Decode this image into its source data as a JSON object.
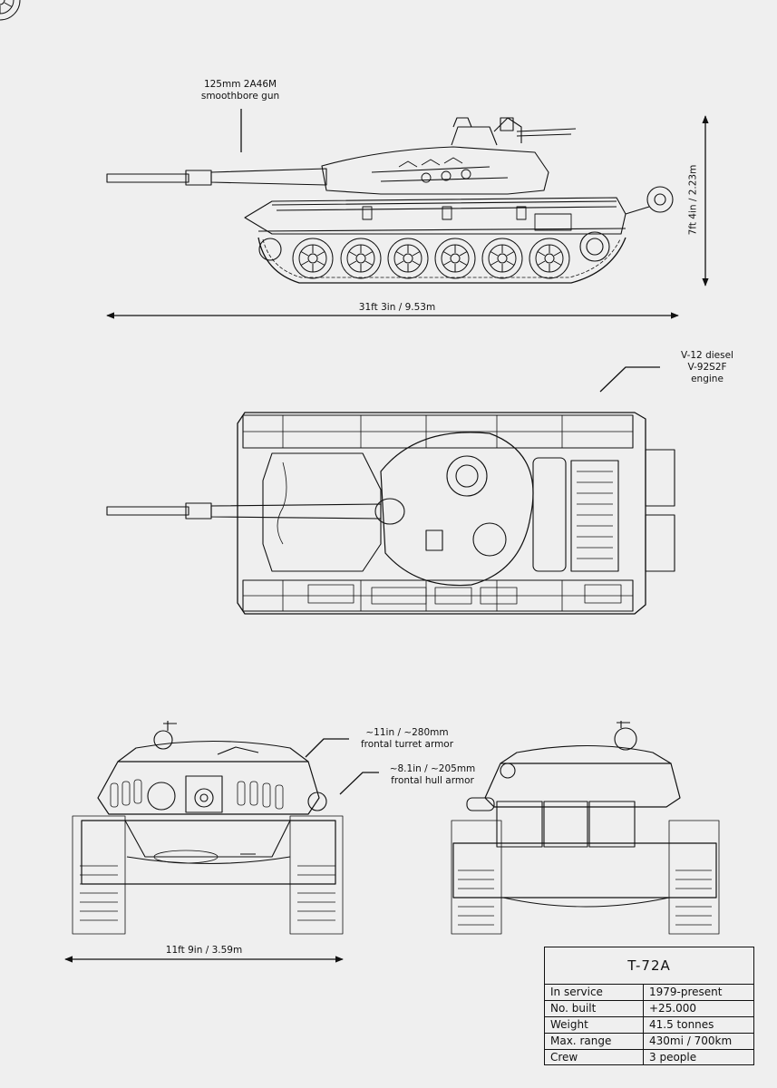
{
  "labels": {
    "gun": [
      "125mm 2A46M",
      "smoothbore gun"
    ],
    "height": "7ft 4in / 2.23m",
    "length": "31ft 3in / 9.53m",
    "engine": [
      "V-12 diesel",
      "V-92S2F",
      "engine"
    ],
    "turret_armor": [
      "~11in / ~280mm",
      "frontal turret armor"
    ],
    "hull_armor": [
      "~8.1in / ~205mm",
      "frontal hull armor"
    ],
    "width": "11ft 9in / 3.59m"
  },
  "specs": {
    "title": "T-72A",
    "rows": [
      {
        "key": "In service",
        "value": "1979-present"
      },
      {
        "key": "No. built",
        "value": "+25.000"
      },
      {
        "key": "Weight",
        "value": "41.5 tonnes"
      },
      {
        "key": "Max. range",
        "value": "430mi / 700km"
      },
      {
        "key": "Crew",
        "value": "3 people"
      }
    ]
  },
  "colors": {
    "background": "#efefef",
    "line": "#111111"
  }
}
